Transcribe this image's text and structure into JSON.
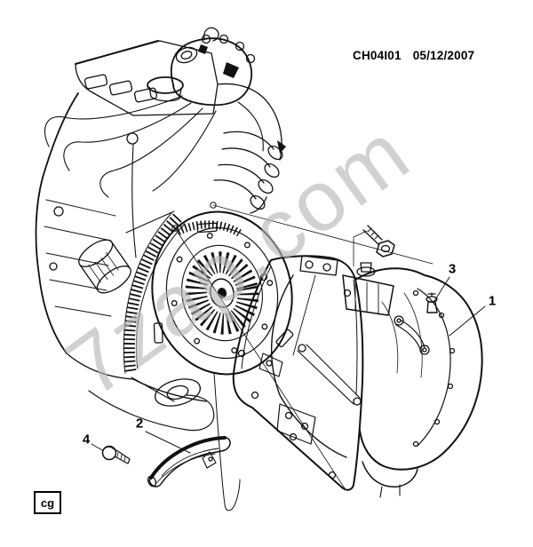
{
  "header": {
    "code": "CH04I01",
    "date": "05/12/2007"
  },
  "watermark": {
    "text": "7zap.com",
    "color": "#b5b5b5"
  },
  "callouts": [
    {
      "number": "1"
    },
    {
      "number": "2"
    },
    {
      "number": "3"
    },
    {
      "number": "4"
    }
  ],
  "footer": {
    "badge": "cg"
  },
  "colors": {
    "line": "#111111",
    "background": "#ffffff"
  }
}
